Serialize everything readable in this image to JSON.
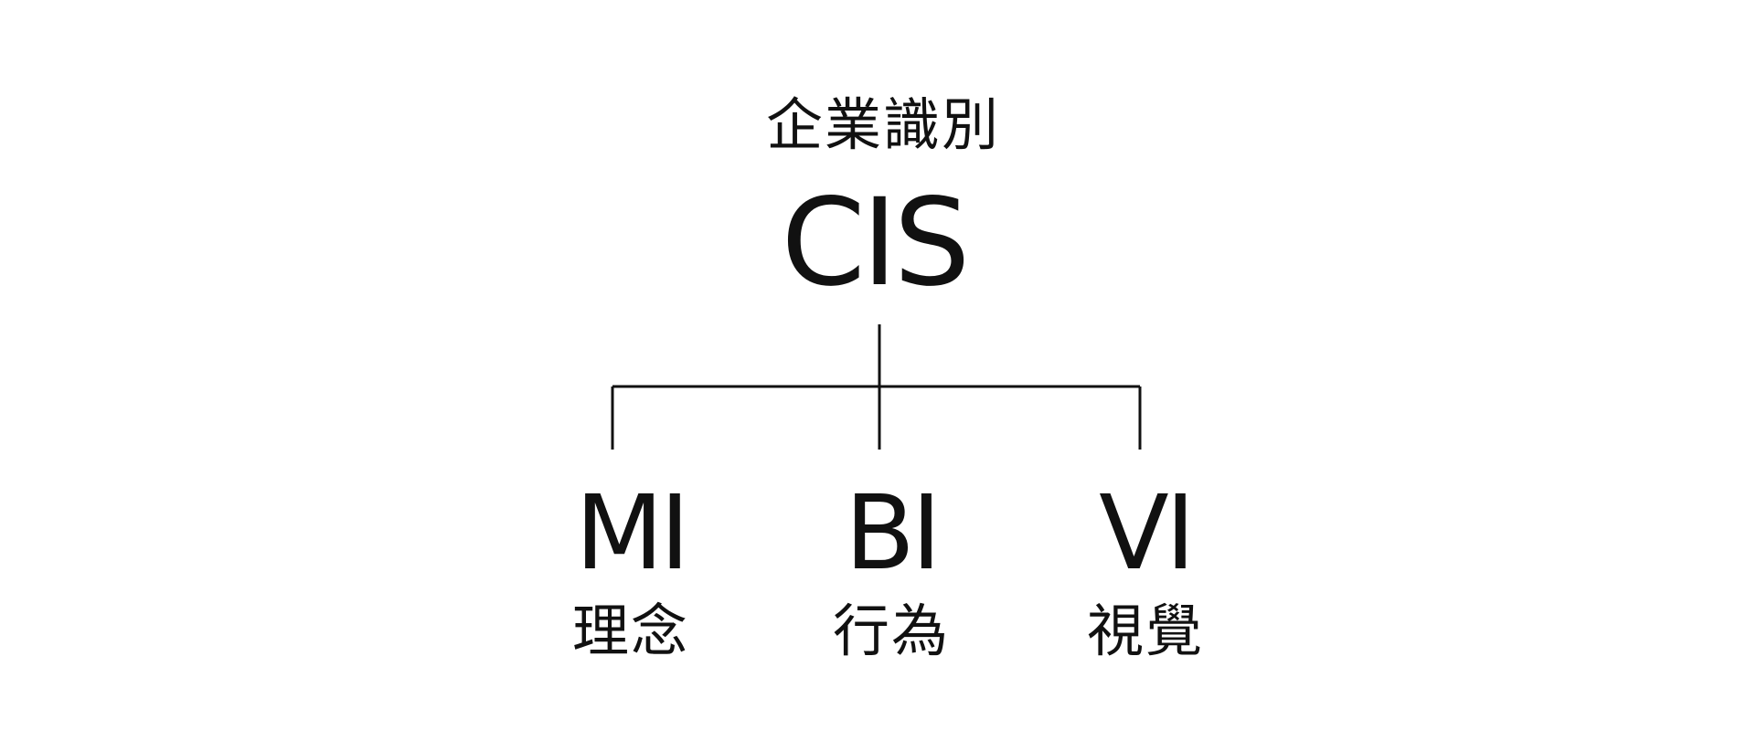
{
  "root": {
    "subtitle": "企業識別",
    "title": "CIS"
  },
  "branches": [
    {
      "code": "MI",
      "label": "理念"
    },
    {
      "code": "BI",
      "label": "行為"
    },
    {
      "code": "VI",
      "label": "視覺"
    }
  ],
  "colors": {
    "line": "#111111",
    "text": "#111111",
    "background": "#ffffff"
  }
}
